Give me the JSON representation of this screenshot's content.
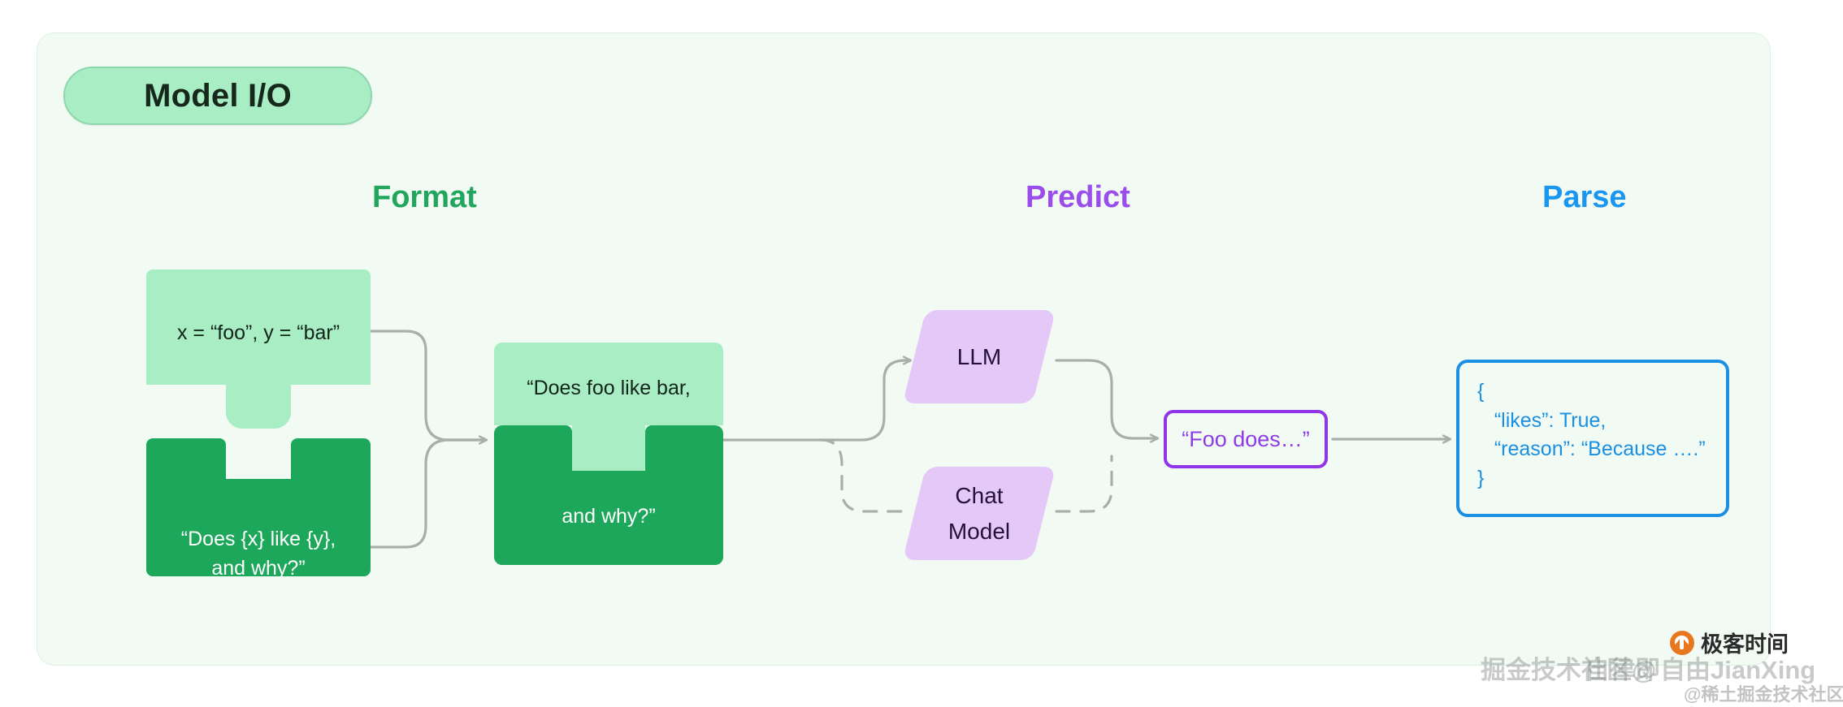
{
  "panel": {
    "title": "Model I/O",
    "background_color": "#F1FBF4",
    "border_color": "#DCEFE3"
  },
  "stages": [
    {
      "name": "format",
      "label": "Format",
      "color": "#22A55D"
    },
    {
      "name": "predict",
      "label": "Predict",
      "color": "#9B4DEB"
    },
    {
      "name": "parse",
      "label": "Parse",
      "color": "#1A96EE"
    }
  ],
  "format": {
    "variables_piece": {
      "text": "x = “foo”, y = “bar”",
      "fill": "#A9EDC5",
      "text_color": "#12251A"
    },
    "template_piece": {
      "text": "“Does {x} like {y},\nand why?”",
      "fill": "#1DA75A",
      "text_color": "#FFFFFF"
    },
    "combined_piece": {
      "top_text": "“Does foo like bar,",
      "bottom_text": "and why?”",
      "top_fill": "#A9EDC5",
      "bottom_fill": "#1DA75A"
    }
  },
  "predict": {
    "models": [
      {
        "name": "llm",
        "label": "LLM",
        "fill": "#E4C9F8",
        "text_color": "#24123A",
        "edge_style": "solid"
      },
      {
        "name": "chat",
        "label": "Chat\nModel",
        "fill": "#E4C9F8",
        "text_color": "#24123A",
        "edge_style": "dashed"
      }
    ],
    "output_box": {
      "text": "“Foo does…”",
      "border_color": "#9333EA",
      "text_color": "#8F3BE8"
    }
  },
  "parse": {
    "json_box": {
      "text": "{\n   “likes”: True,\n   “reason”: “Because ….”\n}",
      "border_color": "#1A8FE3",
      "text_color": "#1A8FE3"
    }
  },
  "watermarks": {
    "brand_name": "极客时间",
    "overlay_left": "掘金技术社区@",
    "overlay_right": "自律即自由JianXing",
    "overlay_bottom": "@稀土掘金技术社区"
  }
}
